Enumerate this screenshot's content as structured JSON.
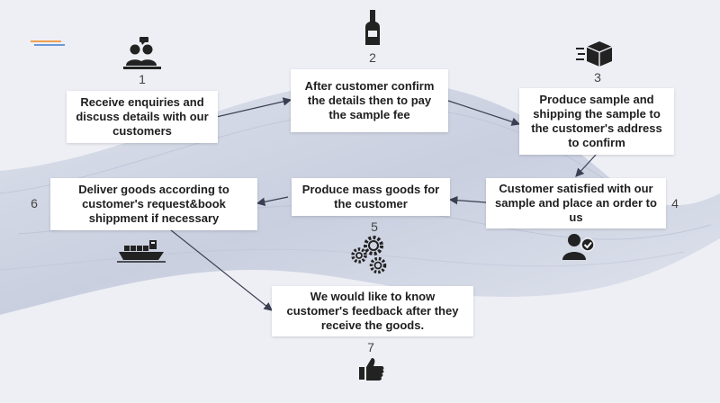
{
  "steps": [
    {
      "number": "1",
      "text": "Receive enquiries and discuss details with our customers",
      "icon": "people-chat-icon"
    },
    {
      "number": "2",
      "text": "After customer confirm the details then to pay the sample fee",
      "icon": "bottle-icon"
    },
    {
      "number": "3",
      "text": "Produce sample and shipping the sample to the customer's address to confirm",
      "icon": "delivery-box-icon"
    },
    {
      "number": "4",
      "text": "Customer satisfied with our sample and place an order to us",
      "icon": "user-check-icon"
    },
    {
      "number": "5",
      "text": "Produce mass goods for the customer",
      "icon": "gears-icon"
    },
    {
      "number": "6",
      "text": "Deliver goods according to customer's request&book shippment if necessary",
      "icon": "cargo-ship-icon"
    },
    {
      "number": "7",
      "text": "We would like to know customer's feedback after they receive the goods.",
      "icon": "thumbs-up-icon"
    }
  ],
  "colors": {
    "background": "#eeeff5",
    "wave": "#d4d9e6",
    "accent_orange": "#f0a050",
    "accent_blue": "#6a9ad8"
  }
}
